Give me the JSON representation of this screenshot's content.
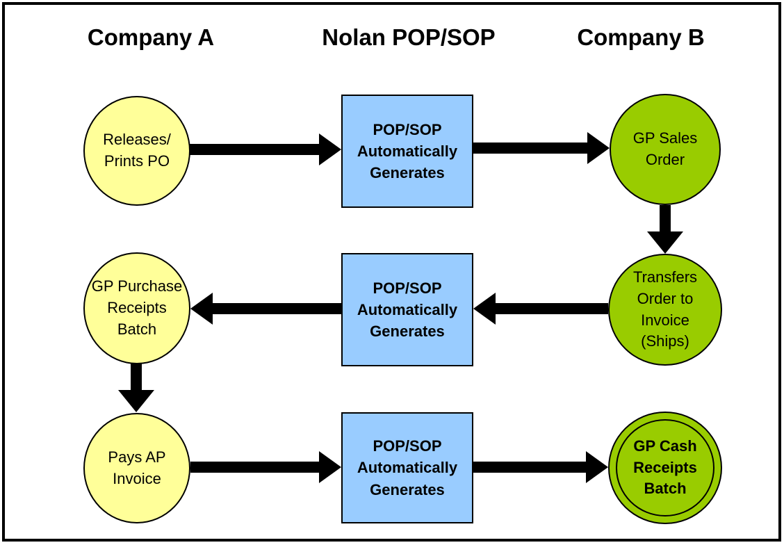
{
  "title_row": {
    "company_a": "Company A",
    "nolan": "Nolan POP/SOP",
    "company_b": "Company B"
  },
  "nodes": {
    "releases_po": {
      "label": "Releases/\nPrints PO",
      "color": "#FFFF99",
      "shape": "circle"
    },
    "gp_sales_order": {
      "label": "GP Sales\nOrder",
      "color": "#99CC00",
      "shape": "circle"
    },
    "transfers_order": {
      "label": "Transfers\nOrder to\nInvoice\n(Ships)",
      "color": "#99CC00",
      "shape": "circle"
    },
    "gp_purchase_receipts": {
      "label": "GP Purchase\nReceipts\nBatch",
      "color": "#FFFF99",
      "shape": "circle"
    },
    "pays_ap_invoice": {
      "label": "Pays AP\nInvoice",
      "color": "#FFFF99",
      "shape": "circle"
    },
    "gp_cash_receipts": {
      "label": "GP Cash\nReceipts\nBatch",
      "color": "#99CC00",
      "shape": "double-circle"
    }
  },
  "processes": [
    {
      "label": "POP/SOP\nAutomatically\nGenerates",
      "color": "#99CCFF",
      "shape": "rect"
    },
    {
      "label": "POP/SOP\nAutomatically\nGenerates",
      "color": "#99CCFF",
      "shape": "rect"
    },
    {
      "label": "POP/SOP\nAutomatically\nGenerates",
      "color": "#99CCFF",
      "shape": "rect"
    }
  ],
  "edges": [
    {
      "from": "releases_po",
      "to": "process_1",
      "direction": "right"
    },
    {
      "from": "process_1",
      "to": "gp_sales_order",
      "direction": "right"
    },
    {
      "from": "gp_sales_order",
      "to": "transfers_order",
      "direction": "down"
    },
    {
      "from": "transfers_order",
      "to": "process_2",
      "direction": "left"
    },
    {
      "from": "process_2",
      "to": "gp_purchase_receipts",
      "direction": "left"
    },
    {
      "from": "gp_purchase_receipts",
      "to": "pays_ap_invoice",
      "direction": "down"
    },
    {
      "from": "pays_ap_invoice",
      "to": "process_3",
      "direction": "right"
    },
    {
      "from": "process_3",
      "to": "gp_cash_receipts",
      "direction": "right"
    }
  ],
  "colors": {
    "company_a_node_fill": "#FFFF99",
    "company_b_node_fill": "#99CC00",
    "process_box_fill": "#99CCFF",
    "connector": "#000000",
    "outline": "#000000",
    "background": "#FFFFFF"
  }
}
